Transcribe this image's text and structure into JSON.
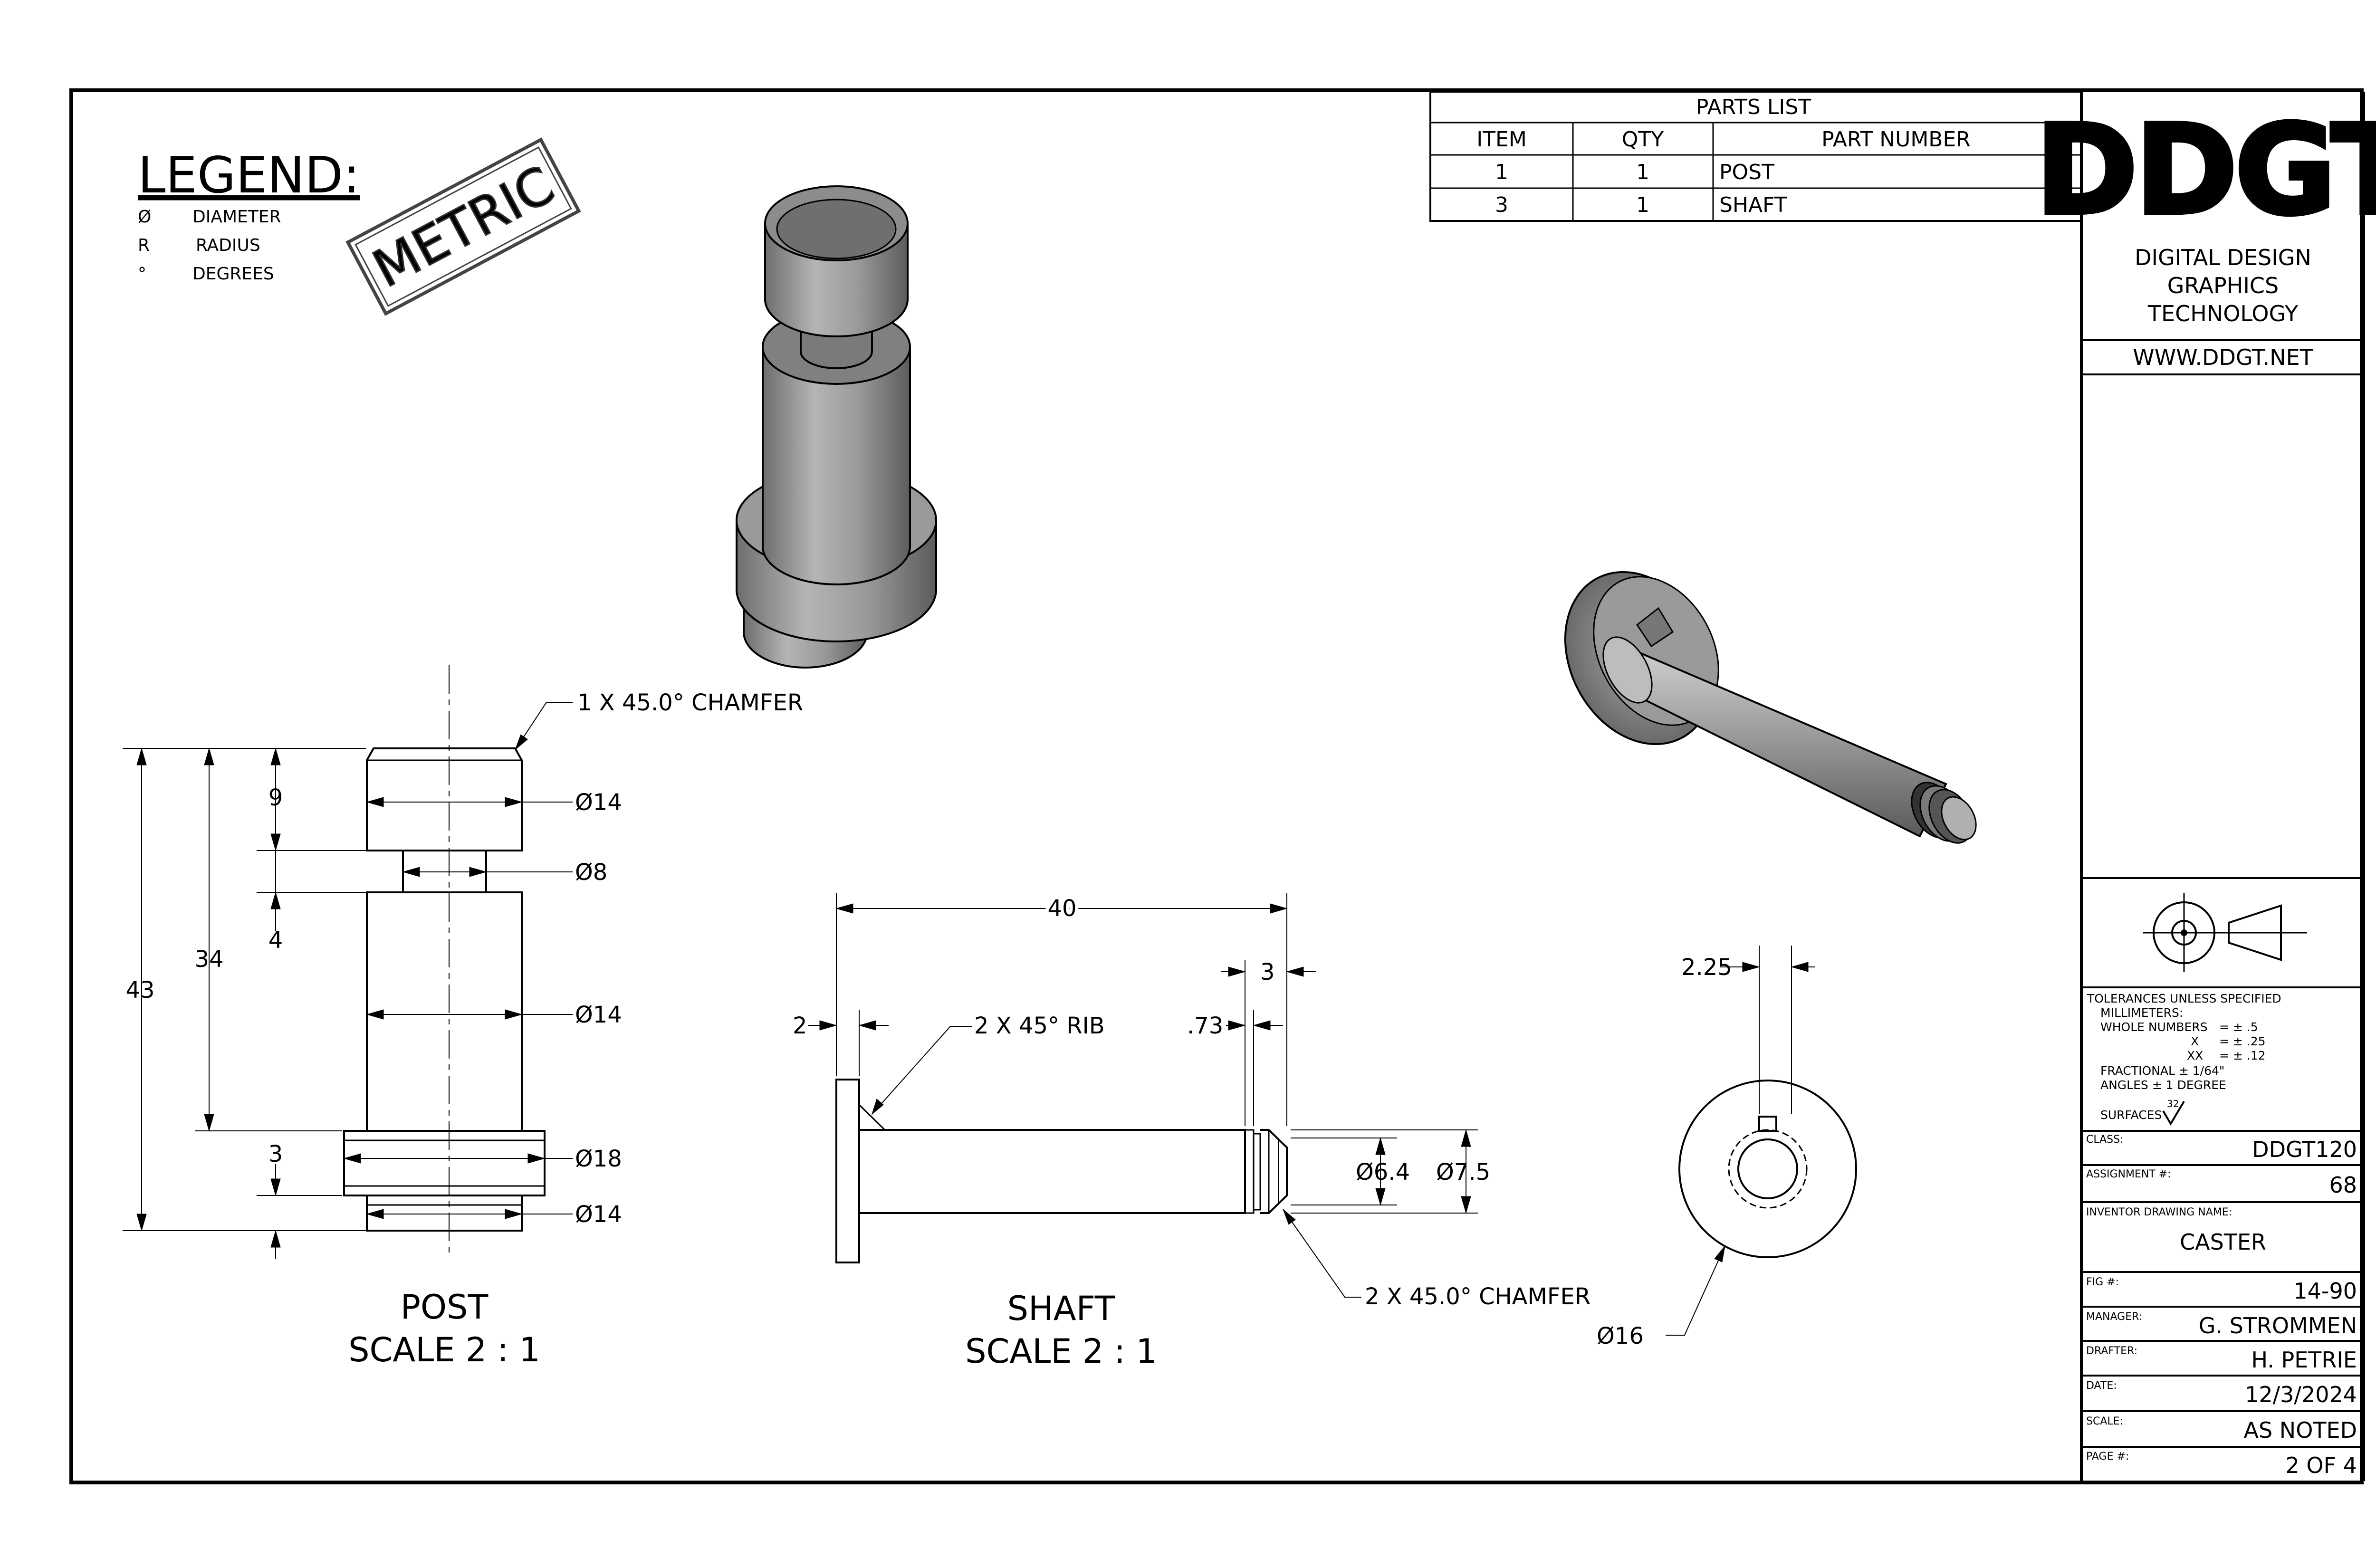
{
  "legend": {
    "title": "LEGEND:",
    "items": [
      {
        "symbol": "Ø",
        "text": "DIAMETER"
      },
      {
        "symbol": "R",
        "text": "RADIUS"
      },
      {
        "symbol": "°",
        "text": "DEGREES"
      }
    ]
  },
  "stamp": "METRIC",
  "parts_list": {
    "title": "PARTS LIST",
    "headers": [
      "ITEM",
      "QTY",
      "PART NUMBER"
    ],
    "rows": [
      [
        "1",
        "1",
        "POST"
      ],
      [
        "3",
        "1",
        "SHAFT"
      ]
    ]
  },
  "title_block": {
    "logo": "DDGT",
    "company": [
      "DIGITAL DESIGN",
      "GRAPHICS",
      "TECHNOLOGY"
    ],
    "website": "WWW.DDGT.NET",
    "tolerances": {
      "heading": "TOLERANCES UNLESS SPECIFIED",
      "units": "MILLIMETERS:",
      "whole_label": "WHOLE NUMBERS",
      "whole_val": "= ± .5",
      "x_label": "X",
      "x_val": "= ± .25",
      "xx_label": "XX",
      "xx_val": "= ± .12",
      "fractional": "FRACTIONAL ± 1/64\"",
      "angles": "ANGLES ± 1 DEGREE",
      "surfaces": "SURFACES",
      "surfaces_value": "32"
    },
    "class_label": "CLASS:",
    "class_value": "DDGT120",
    "assignment_label": "ASSIGNMENT #:",
    "assignment_value": "68",
    "drawing_name_label": "INVENTOR DRAWING NAME:",
    "drawing_name_value": "CASTER",
    "fig_label": "FIG #:",
    "fig_value": "14-90",
    "manager_label": "MANAGER:",
    "manager_value": "G. STROMMEN",
    "drafter_label": "DRAFTER:",
    "drafter_value": "H. PETRIE",
    "date_label": "DATE:",
    "date_value": "12/3/2024",
    "scale_label": "SCALE:",
    "scale_value": "AS NOTED",
    "page_label": "PAGE #:",
    "page_value": "2 OF 4"
  },
  "post_view": {
    "title": "POST",
    "scale": "SCALE 2 : 1",
    "chamfer_note": "1 X 45.0° CHAMFER",
    "dims": {
      "overall": "43",
      "height": "34",
      "top": "9",
      "neck": "4",
      "flange": "3",
      "d_top": "Ø14",
      "d_neck": "Ø8",
      "d_body": "Ø14",
      "d_flange": "Ø18",
      "d_bottom": "Ø14"
    }
  },
  "shaft_view": {
    "title": "SHAFT",
    "scale": "SCALE 2 : 1",
    "rib_note": "2 X 45° RIB",
    "chamfer_note": "2 X 45.0° CHAMFER",
    "dims": {
      "length": "40",
      "head": "2",
      "groove_pos": ".73",
      "end": "3",
      "d_end": "Ø6.4",
      "d_body": "Ø7.5"
    }
  },
  "end_view": {
    "dims": {
      "slot": "2.25",
      "diameter": "Ø16"
    }
  },
  "colors": {
    "line": "#000000",
    "part_gray": "#8f8f8f",
    "background": "#ffffff"
  }
}
